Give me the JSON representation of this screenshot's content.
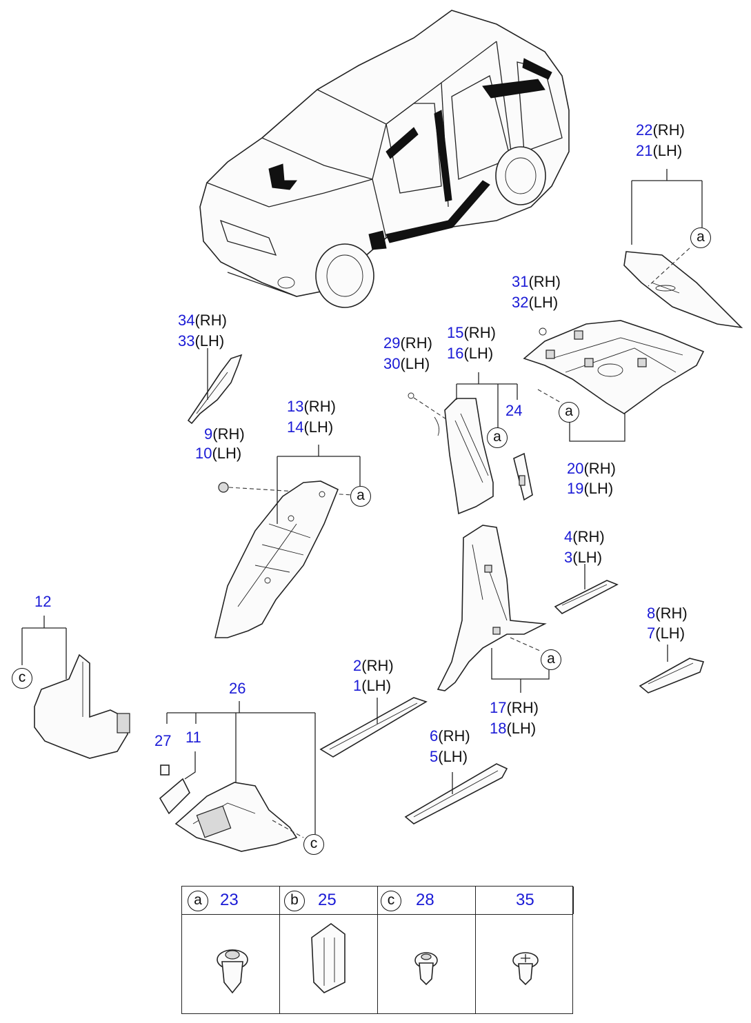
{
  "callouts": [
    {
      "id": "c22",
      "num": "22",
      "side": "(RH)"
    },
    {
      "id": "c21",
      "num": "21",
      "side": "(LH)"
    },
    {
      "id": "c31",
      "num": "31",
      "side": "(RH)"
    },
    {
      "id": "c32",
      "num": "32",
      "side": "(LH)"
    },
    {
      "id": "c34",
      "num": "34",
      "side": "(RH)"
    },
    {
      "id": "c33",
      "num": "33",
      "side": "(LH)"
    },
    {
      "id": "c29",
      "num": "29",
      "side": "(RH)"
    },
    {
      "id": "c30",
      "num": "30",
      "side": "(LH)"
    },
    {
      "id": "c15",
      "num": "15",
      "side": "(RH)"
    },
    {
      "id": "c16",
      "num": "16",
      "side": "(LH)"
    },
    {
      "id": "c24",
      "num": "24",
      "side": ""
    },
    {
      "id": "c13",
      "num": "13",
      "side": "(RH)"
    },
    {
      "id": "c14",
      "num": "14",
      "side": "(LH)"
    },
    {
      "id": "c9",
      "num": "9",
      "side": "(RH)"
    },
    {
      "id": "c10",
      "num": "10",
      "side": "(LH)"
    },
    {
      "id": "c20",
      "num": "20",
      "side": "(RH)"
    },
    {
      "id": "c19",
      "num": "19",
      "side": "(LH)"
    },
    {
      "id": "c4",
      "num": "4",
      "side": "(RH)"
    },
    {
      "id": "c3",
      "num": "3",
      "side": "(LH)"
    },
    {
      "id": "c8",
      "num": "8",
      "side": "(RH)"
    },
    {
      "id": "c7",
      "num": "7",
      "side": "(LH)"
    },
    {
      "id": "c12",
      "num": "12",
      "side": ""
    },
    {
      "id": "c2",
      "num": "2",
      "side": "(RH)"
    },
    {
      "id": "c1",
      "num": "1",
      "side": "(LH)"
    },
    {
      "id": "c26",
      "num": "26",
      "side": ""
    },
    {
      "id": "c27",
      "num": "27",
      "side": ""
    },
    {
      "id": "c11",
      "num": "11",
      "side": ""
    },
    {
      "id": "c17",
      "num": "17",
      "side": "(RH)"
    },
    {
      "id": "c18",
      "num": "18",
      "side": "(LH)"
    },
    {
      "id": "c6",
      "num": "6",
      "side": "(RH)"
    },
    {
      "id": "c5",
      "num": "5",
      "side": "(LH)"
    }
  ],
  "letter_markers": [
    "a",
    "a",
    "a",
    "a",
    "a",
    "c"
  ],
  "fastener_table": [
    {
      "letter": "a",
      "num": "23"
    },
    {
      "letter": "b",
      "num": "25"
    },
    {
      "letter": "c",
      "num": "28"
    },
    {
      "letter": "",
      "num": "35"
    }
  ],
  "colors": {
    "callout_number": "#1a1ad6",
    "text": "#111111",
    "line": "#222222"
  }
}
